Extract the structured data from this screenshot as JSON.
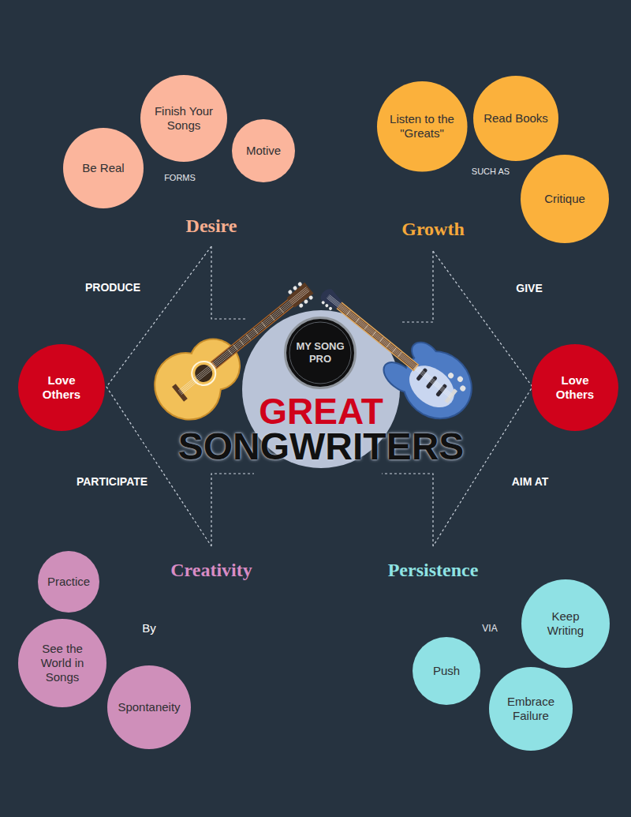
{
  "diagram": {
    "nodes": [
      {
        "text": [
          "Be Real"
        ]
      },
      {
        "text": [
          "Finish Your Songs"
        ]
      },
      {
        "text": [
          "Motive"
        ]
      },
      {
        "text": [
          "Listen to the \"Greats\""
        ]
      },
      {
        "text": [
          "Read Books"
        ]
      },
      {
        "text": [
          "Critique"
        ]
      },
      {
        "text": [
          "Love Others"
        ]
      },
      {
        "text": [
          "GREAT",
          "SONGWRITERS"
        ]
      },
      {
        "text": [
          "MY SONG PRO"
        ],
        "in": 7
      },
      {
        "text": [
          "Love Others"
        ]
      },
      {
        "text": [
          "Practice"
        ]
      },
      {
        "text": [
          "See the World in Songs"
        ]
      },
      {
        "text": [
          "Spontaneity"
        ]
      },
      {
        "text": [
          "Keep Writing"
        ]
      },
      {
        "text": [
          "Push"
        ]
      },
      {
        "text": [
          "Embrace Failure"
        ]
      }
    ],
    "labels": [
      "FORMS",
      "SUCH AS",
      "Desire",
      "Growth",
      "PRODUCE",
      "GIVE",
      "PARTICIPATE",
      "AIM AT",
      "Creativity",
      "Persistence",
      "By",
      "VIA"
    ]
  }
}
